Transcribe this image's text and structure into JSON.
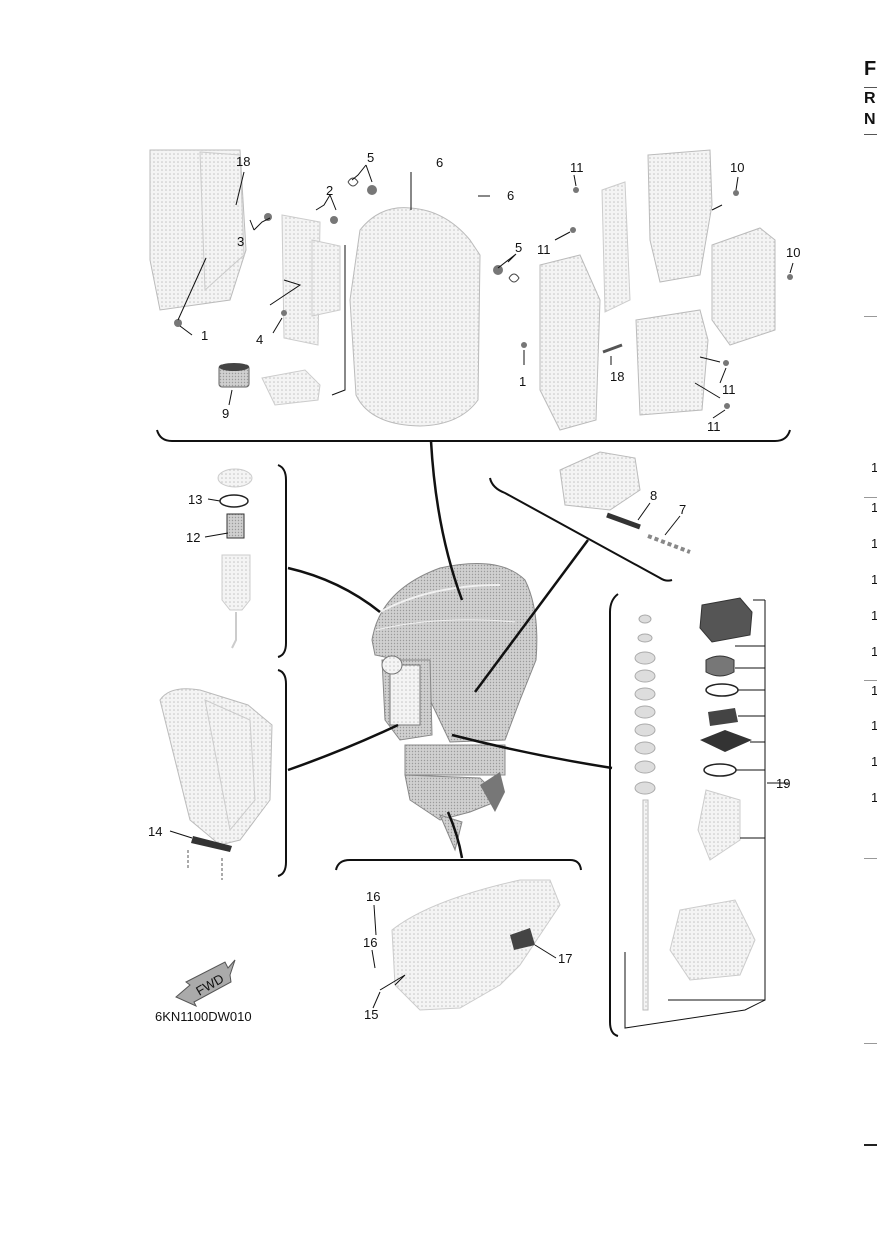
{
  "header": {
    "letters": [
      "F",
      "R",
      "N"
    ]
  },
  "diagram": {
    "code": "6KN1100DW010",
    "fwd_label": "FWD",
    "callouts": {
      "c1a": "1",
      "c1b": "1",
      "c2": "2",
      "c3": "3",
      "c4": "4",
      "c5a": "5",
      "c5b": "5",
      "c6a": "6",
      "c6b": "6",
      "c7": "7",
      "c8": "8",
      "c9": "9",
      "c10a": "10",
      "c10b": "10",
      "c11a": "11",
      "c11b": "11",
      "c11c": "11",
      "c11d": "11",
      "c12": "12",
      "c13": "13",
      "c14": "14",
      "c15": "15",
      "c16a": "16",
      "c16b": "16",
      "c17": "17",
      "c18a": "18",
      "c18b": "18",
      "c19": "19"
    }
  },
  "right_edge": {
    "row_numbers": [
      "1",
      "1",
      "1",
      "1",
      "1",
      "1",
      "1",
      "1",
      "1",
      "1"
    ]
  },
  "colors": {
    "line": "#111111",
    "part_fill": "#eeeeee",
    "part_stroke": "#b8b8b8",
    "engine_fill": "#c8c8c8"
  }
}
